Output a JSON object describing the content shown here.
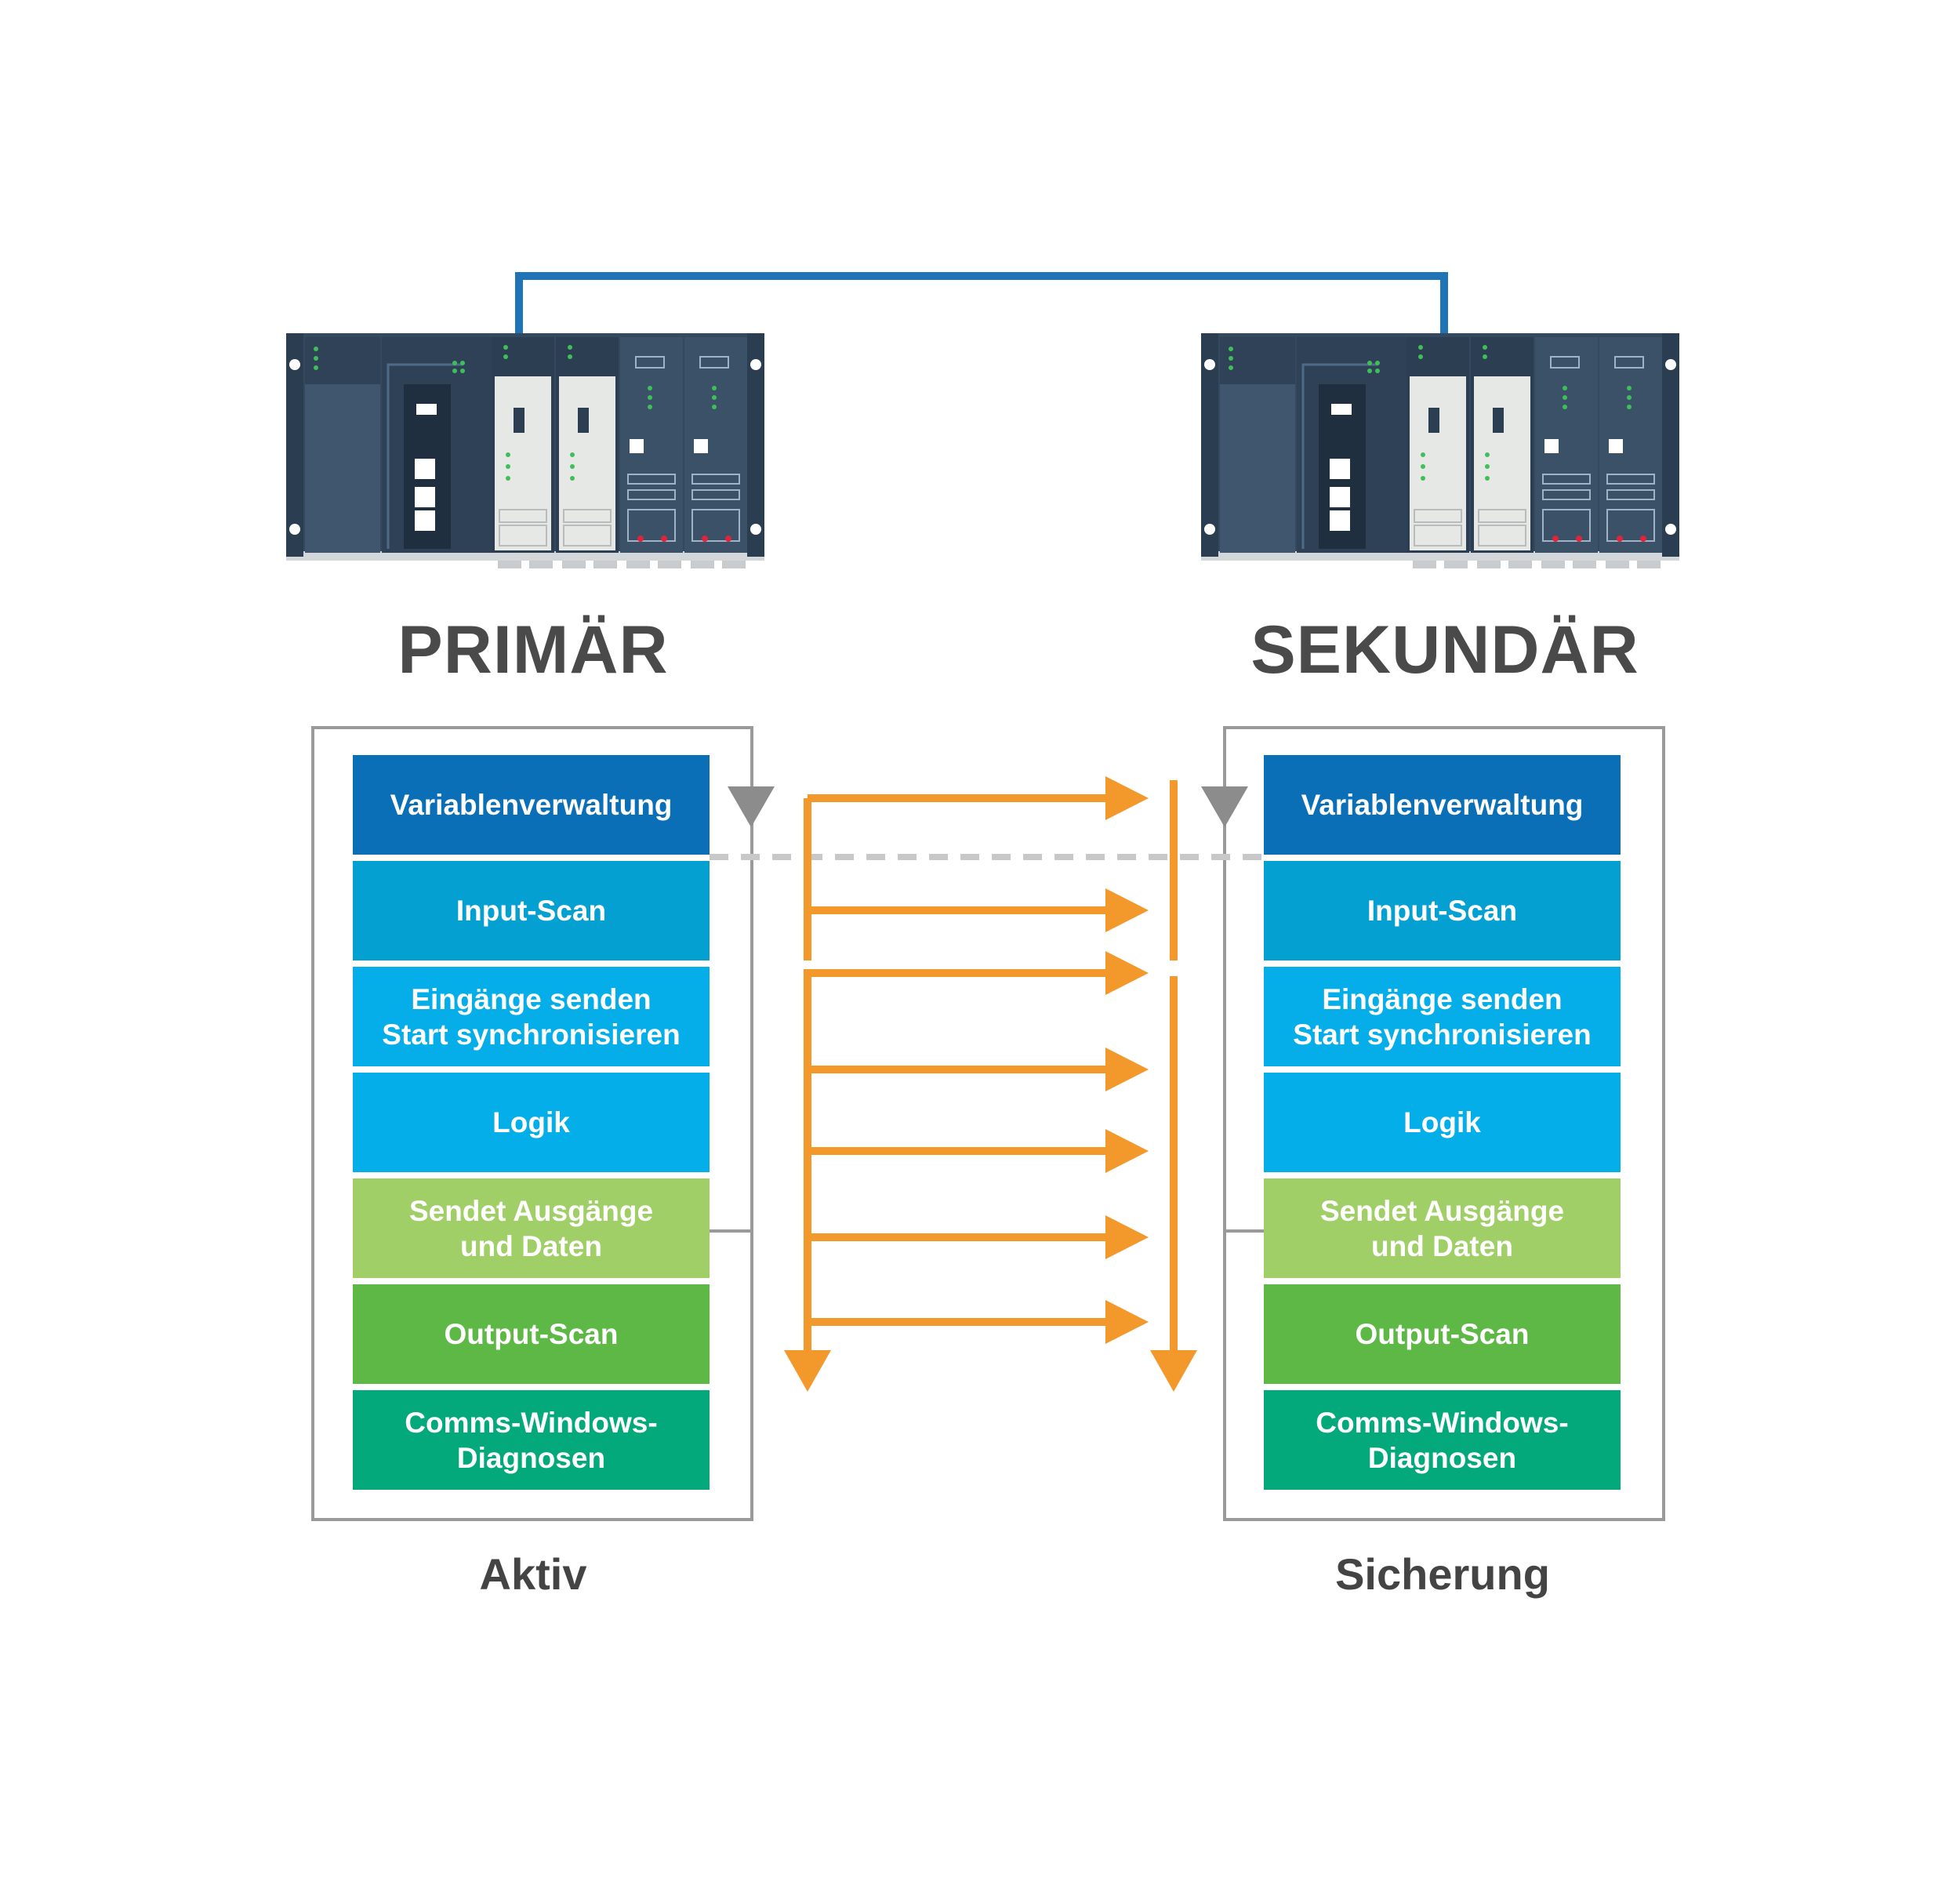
{
  "titles": {
    "primary": "PRIMÄR",
    "secondary": "SEKUNDÄR"
  },
  "states": {
    "primary": "Aktiv",
    "secondary": "Sicherung"
  },
  "steps": [
    {
      "line1": "Variablenverwaltung",
      "line2": "",
      "color": "#0b6fb8"
    },
    {
      "line1": "Input-Scan",
      "line2": "",
      "color": "#04a0d2"
    },
    {
      "line1": "Eingänge senden",
      "line2": "Start synchronisieren",
      "color": "#05aee8"
    },
    {
      "line1": "Logik",
      "line2": "",
      "color": "#03aee9"
    },
    {
      "line1": "Sendet Ausgänge",
      "line2": "und Daten",
      "color": "#a1cf67"
    },
    {
      "line1": "Output-Scan",
      "line2": "",
      "color": "#5db846"
    },
    {
      "line1": "Comms-Windows-",
      "line2": "Diagnosen",
      "color": "#03a97a"
    }
  ],
  "colors": {
    "link_cable": "#1f73b7",
    "arrow": "#f3982b",
    "frame": "#9a9a9a",
    "dashed": "#c8c8c8",
    "plc_body": "#3a5068",
    "plc_module_light": "#e6e8e6"
  },
  "icons": [
    "plc-rack-primary-icon",
    "plc-rack-secondary-icon",
    "scan-start-triangle-icon"
  ]
}
